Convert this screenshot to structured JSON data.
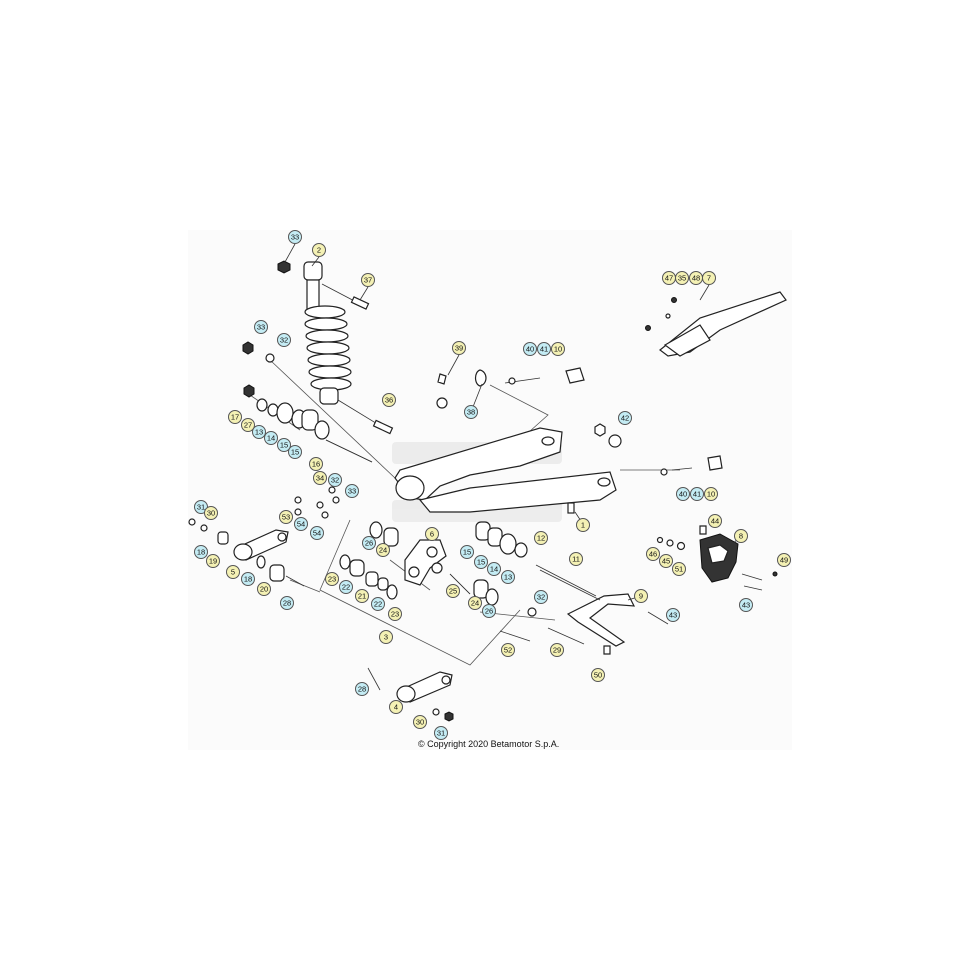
{
  "colors": {
    "callout_yellow": "#f4f1b4",
    "callout_cyan": "#c4ecf4",
    "stroke": "#333333"
  },
  "callouts": [
    {
      "label": "33",
      "tone": "cyan"
    },
    {
      "label": "2",
      "tone": "yellow"
    },
    {
      "label": "37",
      "tone": "yellow"
    },
    {
      "label": "33",
      "tone": "cyan"
    },
    {
      "label": "32",
      "tone": "cyan"
    },
    {
      "label": "17",
      "tone": "yellow"
    },
    {
      "label": "27",
      "tone": "yellow"
    },
    {
      "label": "13",
      "tone": "cyan"
    },
    {
      "label": "14",
      "tone": "cyan"
    },
    {
      "label": "15",
      "tone": "cyan"
    },
    {
      "label": "15",
      "tone": "cyan"
    },
    {
      "label": "36",
      "tone": "yellow"
    },
    {
      "label": "16",
      "tone": "yellow"
    },
    {
      "label": "34",
      "tone": "yellow"
    },
    {
      "label": "32",
      "tone": "cyan"
    },
    {
      "label": "33",
      "tone": "cyan"
    },
    {
      "label": "53",
      "tone": "yellow"
    },
    {
      "label": "54",
      "tone": "cyan"
    },
    {
      "label": "54",
      "tone": "cyan"
    },
    {
      "label": "31",
      "tone": "cyan"
    },
    {
      "label": "30",
      "tone": "yellow"
    },
    {
      "label": "18",
      "tone": "cyan"
    },
    {
      "label": "19",
      "tone": "yellow"
    },
    {
      "label": "5",
      "tone": "yellow"
    },
    {
      "label": "18",
      "tone": "cyan"
    },
    {
      "label": "20",
      "tone": "yellow"
    },
    {
      "label": "28",
      "tone": "cyan"
    },
    {
      "label": "39",
      "tone": "yellow"
    },
    {
      "label": "38",
      "tone": "cyan"
    },
    {
      "label": "40",
      "tone": "cyan"
    },
    {
      "label": "41",
      "tone": "cyan"
    },
    {
      "label": "10",
      "tone": "yellow"
    },
    {
      "label": "42",
      "tone": "cyan"
    },
    {
      "label": "47",
      "tone": "yellow"
    },
    {
      "label": "35",
      "tone": "yellow"
    },
    {
      "label": "48",
      "tone": "yellow"
    },
    {
      "label": "7",
      "tone": "yellow"
    },
    {
      "label": "40",
      "tone": "cyan"
    },
    {
      "label": "41",
      "tone": "cyan"
    },
    {
      "label": "10",
      "tone": "yellow"
    },
    {
      "label": "1",
      "tone": "yellow"
    },
    {
      "label": "26",
      "tone": "cyan"
    },
    {
      "label": "24",
      "tone": "yellow"
    },
    {
      "label": "6",
      "tone": "yellow"
    },
    {
      "label": "15",
      "tone": "cyan"
    },
    {
      "label": "15",
      "tone": "cyan"
    },
    {
      "label": "14",
      "tone": "cyan"
    },
    {
      "label": "13",
      "tone": "cyan"
    },
    {
      "label": "12",
      "tone": "yellow"
    },
    {
      "label": "23",
      "tone": "yellow"
    },
    {
      "label": "22",
      "tone": "cyan"
    },
    {
      "label": "21",
      "tone": "yellow"
    },
    {
      "label": "22",
      "tone": "cyan"
    },
    {
      "label": "23",
      "tone": "yellow"
    },
    {
      "label": "3",
      "tone": "yellow"
    },
    {
      "label": "25",
      "tone": "yellow"
    },
    {
      "label": "24",
      "tone": "yellow"
    },
    {
      "label": "26",
      "tone": "cyan"
    },
    {
      "label": "32",
      "tone": "cyan"
    },
    {
      "label": "11",
      "tone": "yellow"
    },
    {
      "label": "52",
      "tone": "yellow"
    },
    {
      "label": "29",
      "tone": "yellow"
    },
    {
      "label": "9",
      "tone": "yellow"
    },
    {
      "label": "43",
      "tone": "cyan"
    },
    {
      "label": "50",
      "tone": "yellow"
    },
    {
      "label": "44",
      "tone": "yellow"
    },
    {
      "label": "8",
      "tone": "yellow"
    },
    {
      "label": "46",
      "tone": "yellow"
    },
    {
      "label": "45",
      "tone": "yellow"
    },
    {
      "label": "51",
      "tone": "yellow"
    },
    {
      "label": "49",
      "tone": "yellow"
    },
    {
      "label": "43",
      "tone": "cyan"
    },
    {
      "label": "28",
      "tone": "cyan"
    },
    {
      "label": "4",
      "tone": "yellow"
    },
    {
      "label": "30",
      "tone": "yellow"
    },
    {
      "label": "31",
      "tone": "cyan"
    }
  ],
  "footer": {
    "copyright": "© Copyright 2020 Betamotor S.p.A."
  }
}
